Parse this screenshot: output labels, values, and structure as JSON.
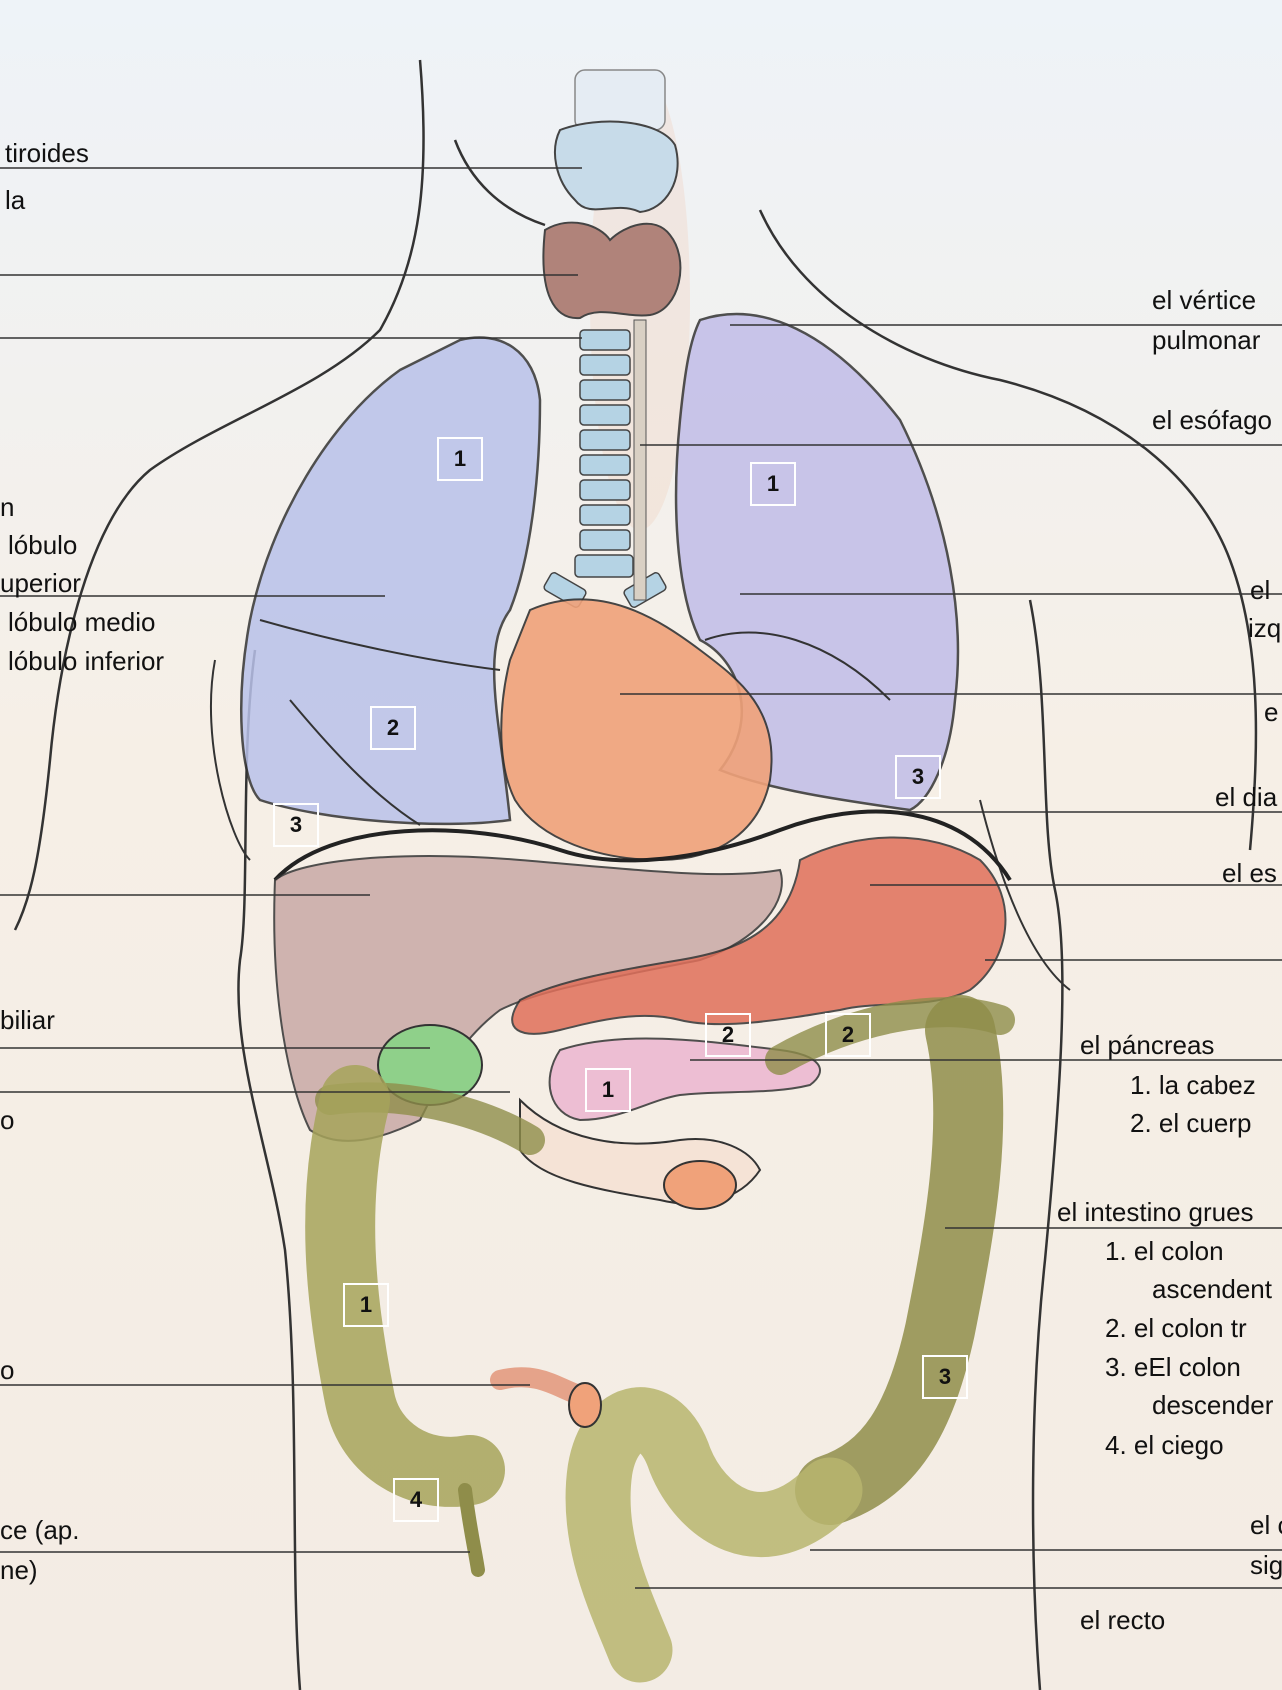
{
  "labels": {
    "tiroides": "tiroides",
    "la": "la",
    "n": "n",
    "lobulo": "lóbulo",
    "uperior": "uperior",
    "lobulo_medio": "lóbulo medio",
    "lobulo_inferior": "lóbulo inferior",
    "biliar": "biliar",
    "o1": "o",
    "o2": "o",
    "ce_ap": "ce (ap.",
    "ne": "ne)",
    "vertice": "el vértice",
    "pulmonar": "pulmonar",
    "esofago": "el esófago",
    "el_left": "el",
    "izq": "izq",
    "e": "e",
    "el_dia": "el dia",
    "el_es": "el es",
    "pancreas": "el páncreas",
    "pan1": "1.  la cabez",
    "pan2": "2.  el cuerp",
    "intestino": "el intestino grues",
    "ig1": "1.  el colon",
    "ig1b": "ascendent",
    "ig2": "2.  el colon tr",
    "ig3": "3.  eEl colon",
    "ig3b": "descender",
    "ig4": "4.  el ciego",
    "el_c": "el c",
    "sig": "sig",
    "recto": "el recto"
  },
  "markers": {
    "lung_r_1": "1",
    "lung_l_1": "1",
    "lung_r_2": "2",
    "lung_r_3": "3",
    "lung_l_3": "3",
    "pan_2a": "2",
    "pan_2b": "2",
    "pan_1": "1",
    "colon_1": "1",
    "colon_3": "3",
    "colon_4": "4"
  },
  "colors": {
    "lung": "#b9c2ea",
    "heart": "#f0a27a",
    "liver": "#c9a9a6",
    "stomach": "#e0705a",
    "gallbladder": "#8fd08a",
    "pancreas": "#ecb6d0",
    "colon": "#b7b56e",
    "thyroid": "#c7dbe9"
  }
}
